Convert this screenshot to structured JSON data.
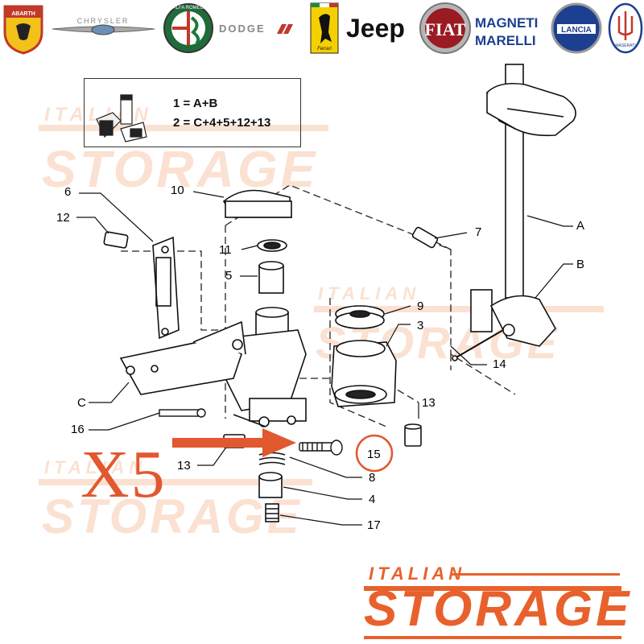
{
  "brands": [
    {
      "name": "ABARTH",
      "kind": "abarth-logo"
    },
    {
      "name": "CHRYSLER",
      "kind": "chrysler-logo"
    },
    {
      "name": "ALFA ROMEO",
      "kind": "alfa-romeo-logo"
    },
    {
      "name": "DODGE",
      "kind": "dodge-logo"
    },
    {
      "name": "Ferrari",
      "kind": "ferrari-logo"
    },
    {
      "name": "Jeep",
      "kind": "jeep-logo"
    },
    {
      "name": "FIAT",
      "kind": "fiat-logo"
    },
    {
      "name": "MAGNETI MARELLI",
      "kind": "magneti-marelli-logo"
    },
    {
      "name": "LANCIA",
      "kind": "lancia-logo"
    },
    {
      "name": "MASERATI",
      "kind": "maserati-logo"
    }
  ],
  "legend": {
    "line1": "1 = A+B",
    "line2": "2 = C+4+5+12+13"
  },
  "callouts": {
    "c10": "10",
    "c6": "6",
    "c12": "12",
    "c11": "11",
    "c5": "5",
    "c7": "7",
    "cA": "A",
    "cB": "B",
    "c9": "9",
    "c3": "3",
    "c14": "14",
    "cC": "C",
    "c16": "16",
    "c13a": "13",
    "c13b": "13",
    "c15": "15",
    "c8": "8",
    "c4": "4",
    "c17": "17"
  },
  "quantity_badge": "X5",
  "watermark": {
    "top": "ITALIAN",
    "main": "STORAGE"
  },
  "colors": {
    "accent": "#e8612c",
    "watermark": "#f6c9ad",
    "line": "#222222"
  }
}
